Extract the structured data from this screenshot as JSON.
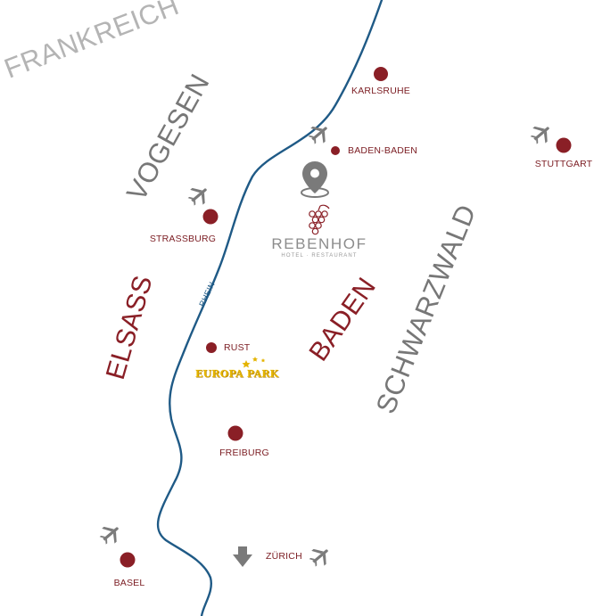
{
  "regions": {
    "frankreich": "FRANKREICH",
    "vogesen": "VOGESEN",
    "elsass": "ELSASS",
    "baden": "BADEN",
    "schwarzwald": "SCHWARZWALD"
  },
  "river": {
    "label": "RHEIN"
  },
  "cities": {
    "karlsruhe": "KARLSRUHE",
    "baden_baden": "BADEN-BADEN",
    "stuttgart": "STUTTGART",
    "strassburg": "STRASSBURG",
    "rust": "RUST",
    "freiburg": "FREIBURG",
    "basel": "BASEL",
    "zurich": "ZÜRICH"
  },
  "hotel": {
    "name": "REBENHOF",
    "subtitle": "HOTEL · RESTAURANT"
  },
  "park": {
    "name": "EUROPA PARK"
  },
  "icons": {
    "airport": "airplane-icon",
    "location": "map-pin-icon",
    "hotel_logo": "grape-cluster-icon",
    "direction": "arrow-down-icon"
  },
  "colors": {
    "city_dot": "#8a1f26",
    "city_label": "#7b1c22",
    "river": "#1f5a86",
    "icon_grey": "#7a7a7a",
    "region_light": "#b4b4b4",
    "region_dark": "#777777",
    "region_red": "#8a1f26"
  }
}
